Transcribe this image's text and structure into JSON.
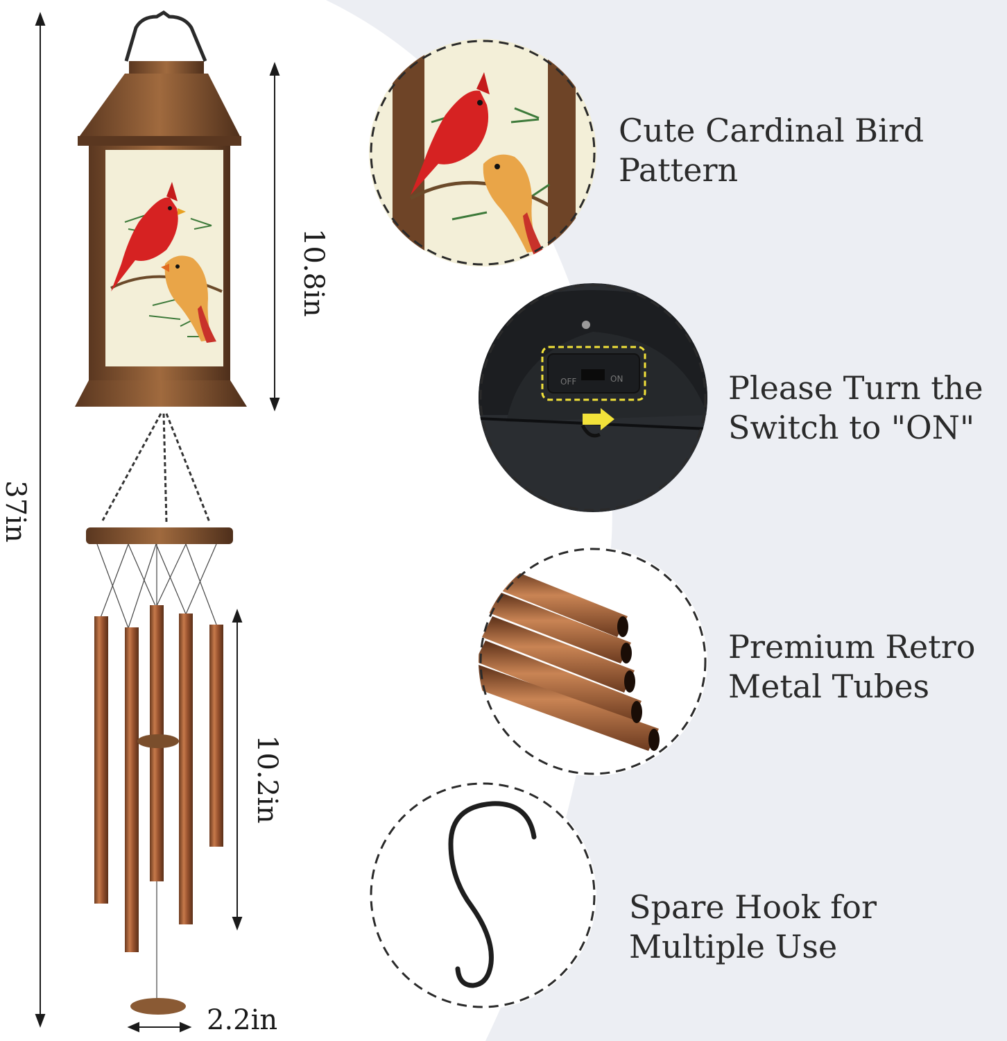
{
  "dimensions": {
    "total_height": "37in",
    "lantern_height": "10.8in",
    "tubes_length": "10.2in",
    "base_width": "2.2in"
  },
  "features": [
    {
      "icon": "cardinal-bird-pattern-icon",
      "line1": "Cute Cardinal Bird",
      "line2": "Pattern"
    },
    {
      "icon": "power-switch-icon",
      "line1": "Please Turn the",
      "line2": "Switch to \"ON\""
    },
    {
      "icon": "metal-tubes-icon",
      "line1": "Premium Retro",
      "line2": "Metal Tubes"
    },
    {
      "icon": "s-hook-icon",
      "line1": "Spare Hook for",
      "line2": "Multiple Use"
    }
  ],
  "switch_labels": {
    "off": "OFF",
    "on": "ON"
  },
  "colors": {
    "bronze": "#8a5a34",
    "copper_tube": "#a85d35",
    "cardinal_red": "#d62222",
    "highlight_yellow": "#f2e23a",
    "background_curve": "#eceef3"
  }
}
